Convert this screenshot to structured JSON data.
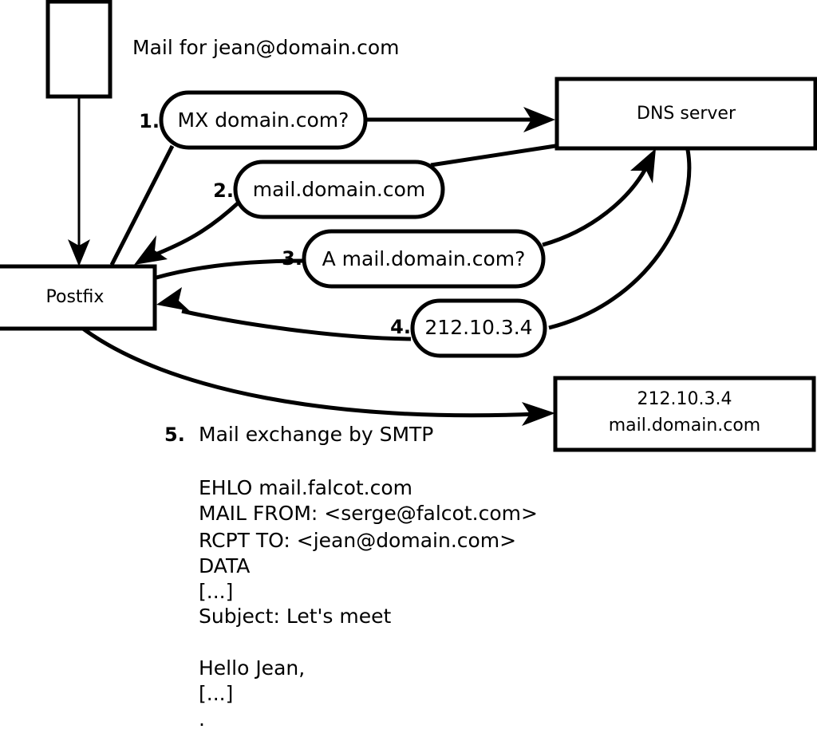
{
  "diagram": {
    "caption": "Mail for jean@domain.com",
    "nodes": {
      "sender_box": {
        "label": ""
      },
      "postfix": {
        "label": "Postfix"
      },
      "dns_server": {
        "label": "DNS server"
      },
      "mail_server": {
        "line1": "212.10.3.4",
        "line2": "mail.domain.com"
      }
    },
    "steps": [
      {
        "num": "1.",
        "label": "MX domain.com?"
      },
      {
        "num": "2.",
        "label": "mail.domain.com"
      },
      {
        "num": "3.",
        "label": "A mail.domain.com?"
      },
      {
        "num": "4.",
        "label": "212.10.3.4"
      }
    ],
    "step5": {
      "num": "5.",
      "label": "Mail exchange by SMTP"
    },
    "transcript": [
      "EHLO mail.falcot.com",
      "MAIL FROM: <serge@falcot.com>",
      "RCPT TO: <jean@domain.com>",
      "DATA",
      "[...]",
      "Subject: Let's meet",
      "",
      "Hello Jean,",
      "[...]",
      "",
      "."
    ],
    "colors": {
      "stroke": "#000000",
      "fill": "#ffffff",
      "text": "#000000"
    }
  }
}
